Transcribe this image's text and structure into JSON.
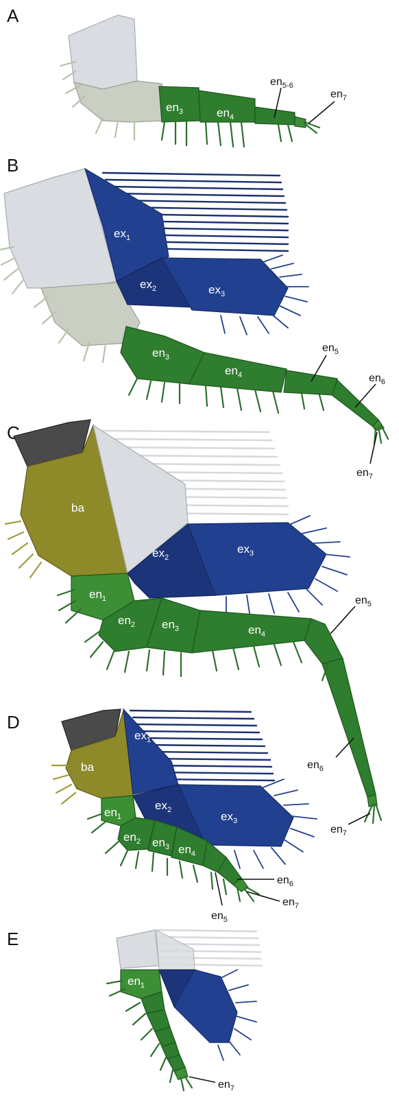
{
  "panels": [
    {
      "letter": "A",
      "labels": [
        {
          "base": "en",
          "sub": "3"
        },
        {
          "base": "en",
          "sub": "4"
        },
        {
          "base": "en",
          "sub": "5-6"
        },
        {
          "base": "en",
          "sub": "7"
        }
      ]
    },
    {
      "letter": "B",
      "labels": [
        {
          "base": "ex",
          "sub": "1"
        },
        {
          "base": "ex",
          "sub": "2"
        },
        {
          "base": "ex",
          "sub": "3"
        },
        {
          "base": "en",
          "sub": "3"
        },
        {
          "base": "en",
          "sub": "4"
        },
        {
          "base": "en",
          "sub": "5"
        },
        {
          "base": "en",
          "sub": "6"
        },
        {
          "base": "en",
          "sub": "7"
        }
      ]
    },
    {
      "letter": "C",
      "labels": [
        {
          "base": "ba",
          "sub": ""
        },
        {
          "base": "ex",
          "sub": "2"
        },
        {
          "base": "ex",
          "sub": "3"
        },
        {
          "base": "en",
          "sub": "1"
        },
        {
          "base": "en",
          "sub": "2"
        },
        {
          "base": "en",
          "sub": "3"
        },
        {
          "base": "en",
          "sub": "4"
        },
        {
          "base": "en",
          "sub": "5"
        },
        {
          "base": "en",
          "sub": "6"
        },
        {
          "base": "en",
          "sub": "7"
        }
      ]
    },
    {
      "letter": "D",
      "labels": [
        {
          "base": "ba",
          "sub": ""
        },
        {
          "base": "ex",
          "sub": "1"
        },
        {
          "base": "ex",
          "sub": "2"
        },
        {
          "base": "ex",
          "sub": "3"
        },
        {
          "base": "en",
          "sub": "1"
        },
        {
          "base": "en",
          "sub": "2"
        },
        {
          "base": "en",
          "sub": "3"
        },
        {
          "base": "en",
          "sub": "4"
        },
        {
          "base": "en",
          "sub": "6"
        },
        {
          "base": "en",
          "sub": "5"
        },
        {
          "base": "en",
          "sub": "7"
        }
      ]
    },
    {
      "letter": "E",
      "labels": [
        {
          "base": "en",
          "sub": "1"
        },
        {
          "base": "en",
          "sub": "7"
        }
      ]
    }
  ],
  "colors": {
    "endopod": "#2f7d2f",
    "exopod": "#21408f",
    "basipod": "#8e8a2a",
    "faded": "#c9cfc2"
  }
}
